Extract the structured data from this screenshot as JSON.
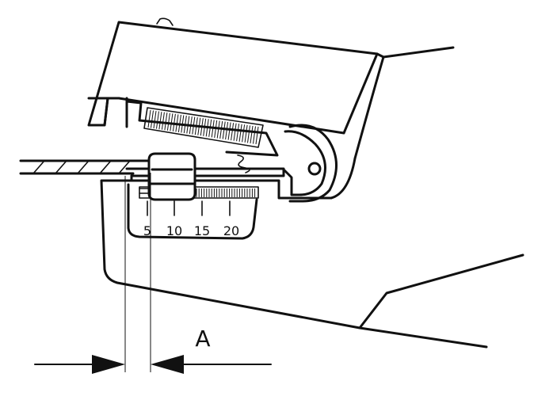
{
  "scale": {
    "labels": [
      "5",
      "10",
      "15",
      "20"
    ]
  },
  "dimension": {
    "label": "A"
  }
}
